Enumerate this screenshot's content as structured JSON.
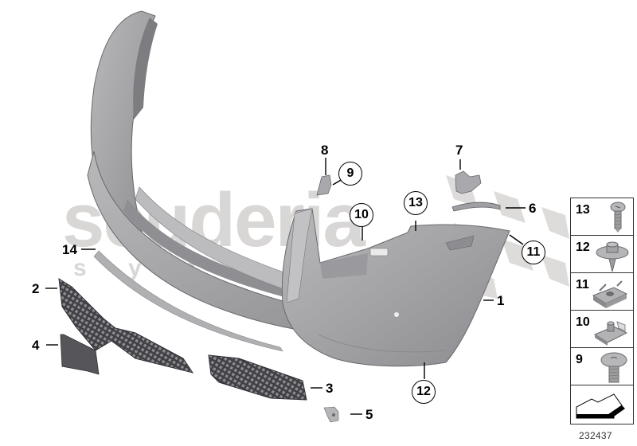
{
  "diagram": {
    "type": "exploded-parts-diagram",
    "subject": "Front bumper trim panel assembly",
    "document_id": "232437",
    "watermark": {
      "main": "scuderia",
      "sub": "s y s t e m s"
    },
    "colors": {
      "part_fill": "#a7a7a9",
      "part_dark": "#6f6f72",
      "grille": "#4a4a4e",
      "watermark": "#d9d6d6",
      "outline": "#000000"
    },
    "callouts": [
      {
        "id": "1",
        "label": "1",
        "style": "plain",
        "part": "bumper trim panel"
      },
      {
        "id": "2",
        "label": "2",
        "style": "plain",
        "part": "center grille"
      },
      {
        "id": "3",
        "label": "3",
        "style": "plain",
        "part": "side grille"
      },
      {
        "id": "4",
        "label": "4",
        "style": "plain",
        "part": "cover/trim piece"
      },
      {
        "id": "5",
        "label": "5",
        "style": "plain",
        "part": "clip nut"
      },
      {
        "id": "6",
        "label": "6",
        "style": "plain",
        "part": "upper trim strip"
      },
      {
        "id": "7",
        "label": "7",
        "style": "plain",
        "part": "mounting bracket"
      },
      {
        "id": "8",
        "label": "8",
        "style": "plain",
        "part": "bracket"
      },
      {
        "id": "9",
        "label": "9",
        "style": "circled",
        "part": "screw"
      },
      {
        "id": "10",
        "label": "10",
        "style": "circled",
        "part": "clip nut"
      },
      {
        "id": "11",
        "label": "11",
        "style": "circled",
        "part": "clip nut"
      },
      {
        "id": "12",
        "label": "12",
        "style": "circled",
        "part": "screw with washer"
      },
      {
        "id": "13",
        "label": "13",
        "style": "circled",
        "part": "screw"
      },
      {
        "id": "14",
        "label": "14",
        "style": "plain",
        "part": "trim strip"
      }
    ],
    "legend": [
      {
        "label": "13",
        "icon": "pan-head-screw-icon"
      },
      {
        "label": "12",
        "icon": "washer-screw-icon"
      },
      {
        "label": "11",
        "icon": "clip-nut-icon"
      },
      {
        "label": "10",
        "icon": "clip-nut-small-icon"
      },
      {
        "label": "9",
        "icon": "machine-screw-icon"
      },
      {
        "label": "",
        "icon": "direction-arrow-icon"
      }
    ]
  }
}
